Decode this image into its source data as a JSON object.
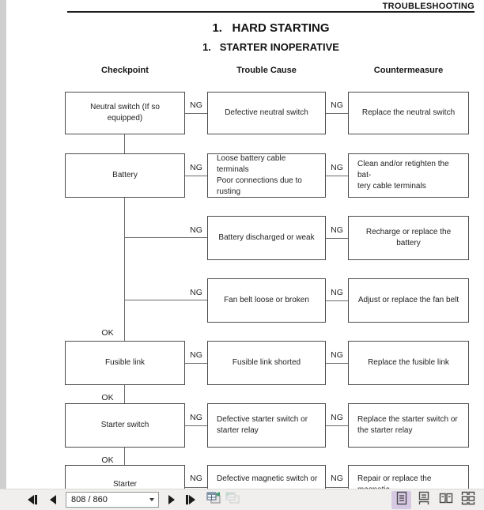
{
  "document": {
    "header": "TROUBLESHOOTING",
    "title1": "1.   HARD STARTING",
    "title2": "1.   STARTER INOPERATIVE",
    "columns": {
      "checkpoint": "Checkpoint",
      "cause": "Trouble Cause",
      "countermeasure": "Countermeasure"
    }
  },
  "flowchart": {
    "ng": "NG",
    "ok": "OK",
    "rows": [
      {
        "checkpoint": "Neutral switch (If so equipped)",
        "cause": "Defective neutral switch",
        "countermeasure": "Replace the neutral switch"
      },
      {
        "checkpoint": "Battery",
        "cause": "Loose battery cable terminals\nPoor connections due to rusting",
        "countermeasure": "Clean and/or retighten the bat-\ntery cable terminals"
      },
      {
        "cause": "Battery discharged or weak",
        "countermeasure": "Recharge or replace the battery"
      },
      {
        "cause": "Fan belt loose or broken",
        "countermeasure": "Adjust or replace the fan belt"
      },
      {
        "checkpoint": "Fusible link",
        "cause": "Fusible link shorted",
        "countermeasure": "Replace the fusible link"
      },
      {
        "checkpoint": "Starter switch",
        "cause": "Defective starter switch or\nstarter relay",
        "countermeasure": "Replace the starter switch or\nthe starter relay"
      },
      {
        "checkpoint": "Starter",
        "cause": "Defective magnetic switch or",
        "countermeasure": "Repair or replace the magnetic"
      }
    ]
  },
  "toolbar": {
    "page_indicator": "808 / 860",
    "icons": {
      "first_page": "first-page-icon",
      "prev_page": "previous-page-icon",
      "next_page": "next-page-icon",
      "last_page": "last-page-icon",
      "prev_view": "previous-view-icon",
      "next_view": "next-view-icon",
      "layout_single": "single-page-layout-icon",
      "layout_continuous": "continuous-layout-icon",
      "layout_facing": "facing-pages-layout-icon",
      "layout_facing_continuous": "facing-continuous-layout-icon"
    },
    "colors": {
      "toolbar_bg": "#f0efed",
      "selected_layout_bg": "#d7c9e4",
      "view_arrow_green": "#3d9b6e"
    }
  }
}
